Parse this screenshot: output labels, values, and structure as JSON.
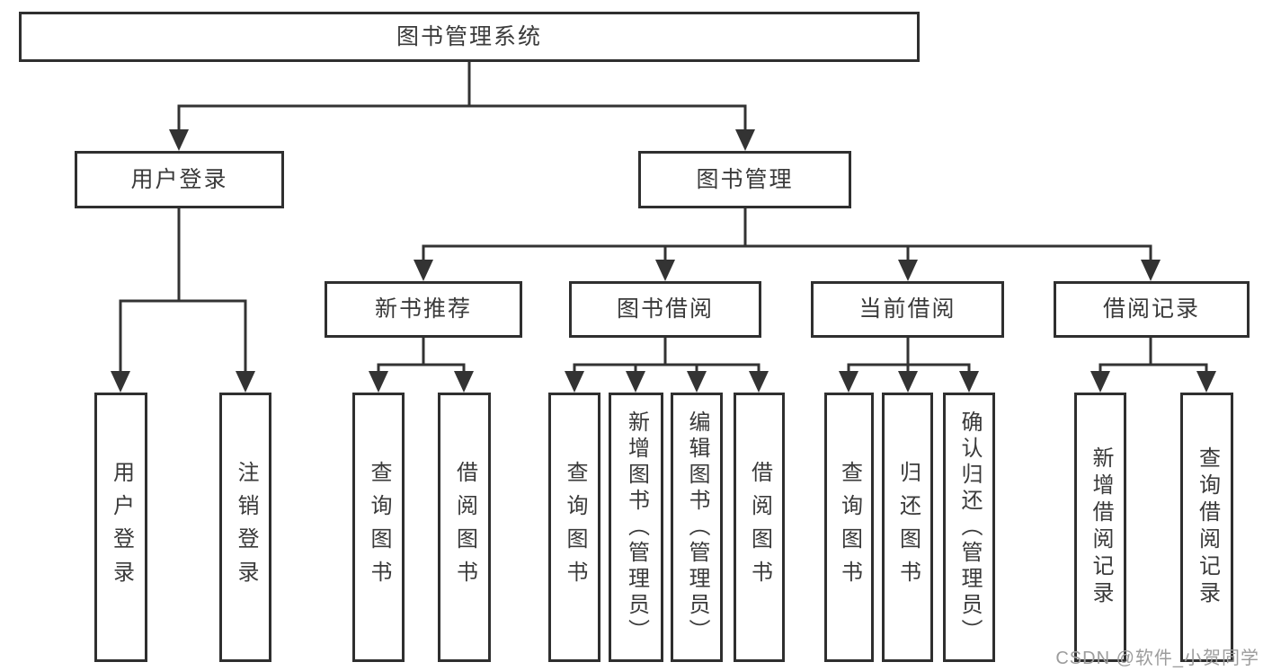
{
  "diagram": {
    "root": {
      "label": "图书管理系统"
    },
    "branches": [
      {
        "label": "用户登录",
        "children": [
          {
            "label": "用户登录"
          },
          {
            "label": "注销登录"
          }
        ]
      },
      {
        "label": "图书管理",
        "children": [
          {
            "label": "新书推荐",
            "children": [
              {
                "label": "查询图书"
              },
              {
                "label": "借阅图书"
              }
            ]
          },
          {
            "label": "图书借阅",
            "children": [
              {
                "label": "查询图书"
              },
              {
                "label": "新增图书（管理员）"
              },
              {
                "label": "编辑图书（管理员）"
              },
              {
                "label": "借阅图书"
              }
            ]
          },
          {
            "label": "当前借阅",
            "children": [
              {
                "label": "查询图书"
              },
              {
                "label": "归还图书"
              },
              {
                "label": "确认归还（管理员）"
              }
            ]
          },
          {
            "label": "借阅记录",
            "children": [
              {
                "label": "新增借阅记录"
              },
              {
                "label": "查询借阅记录"
              }
            ]
          }
        ]
      }
    ]
  },
  "watermark": {
    "text": "CSDN @软件_小贺同学"
  },
  "colors": {
    "line": "#333333",
    "box_border": "#2f2f2f",
    "text": "#3a3a3a",
    "watermark": "#9c9c9c",
    "background": "#ffffff"
  }
}
